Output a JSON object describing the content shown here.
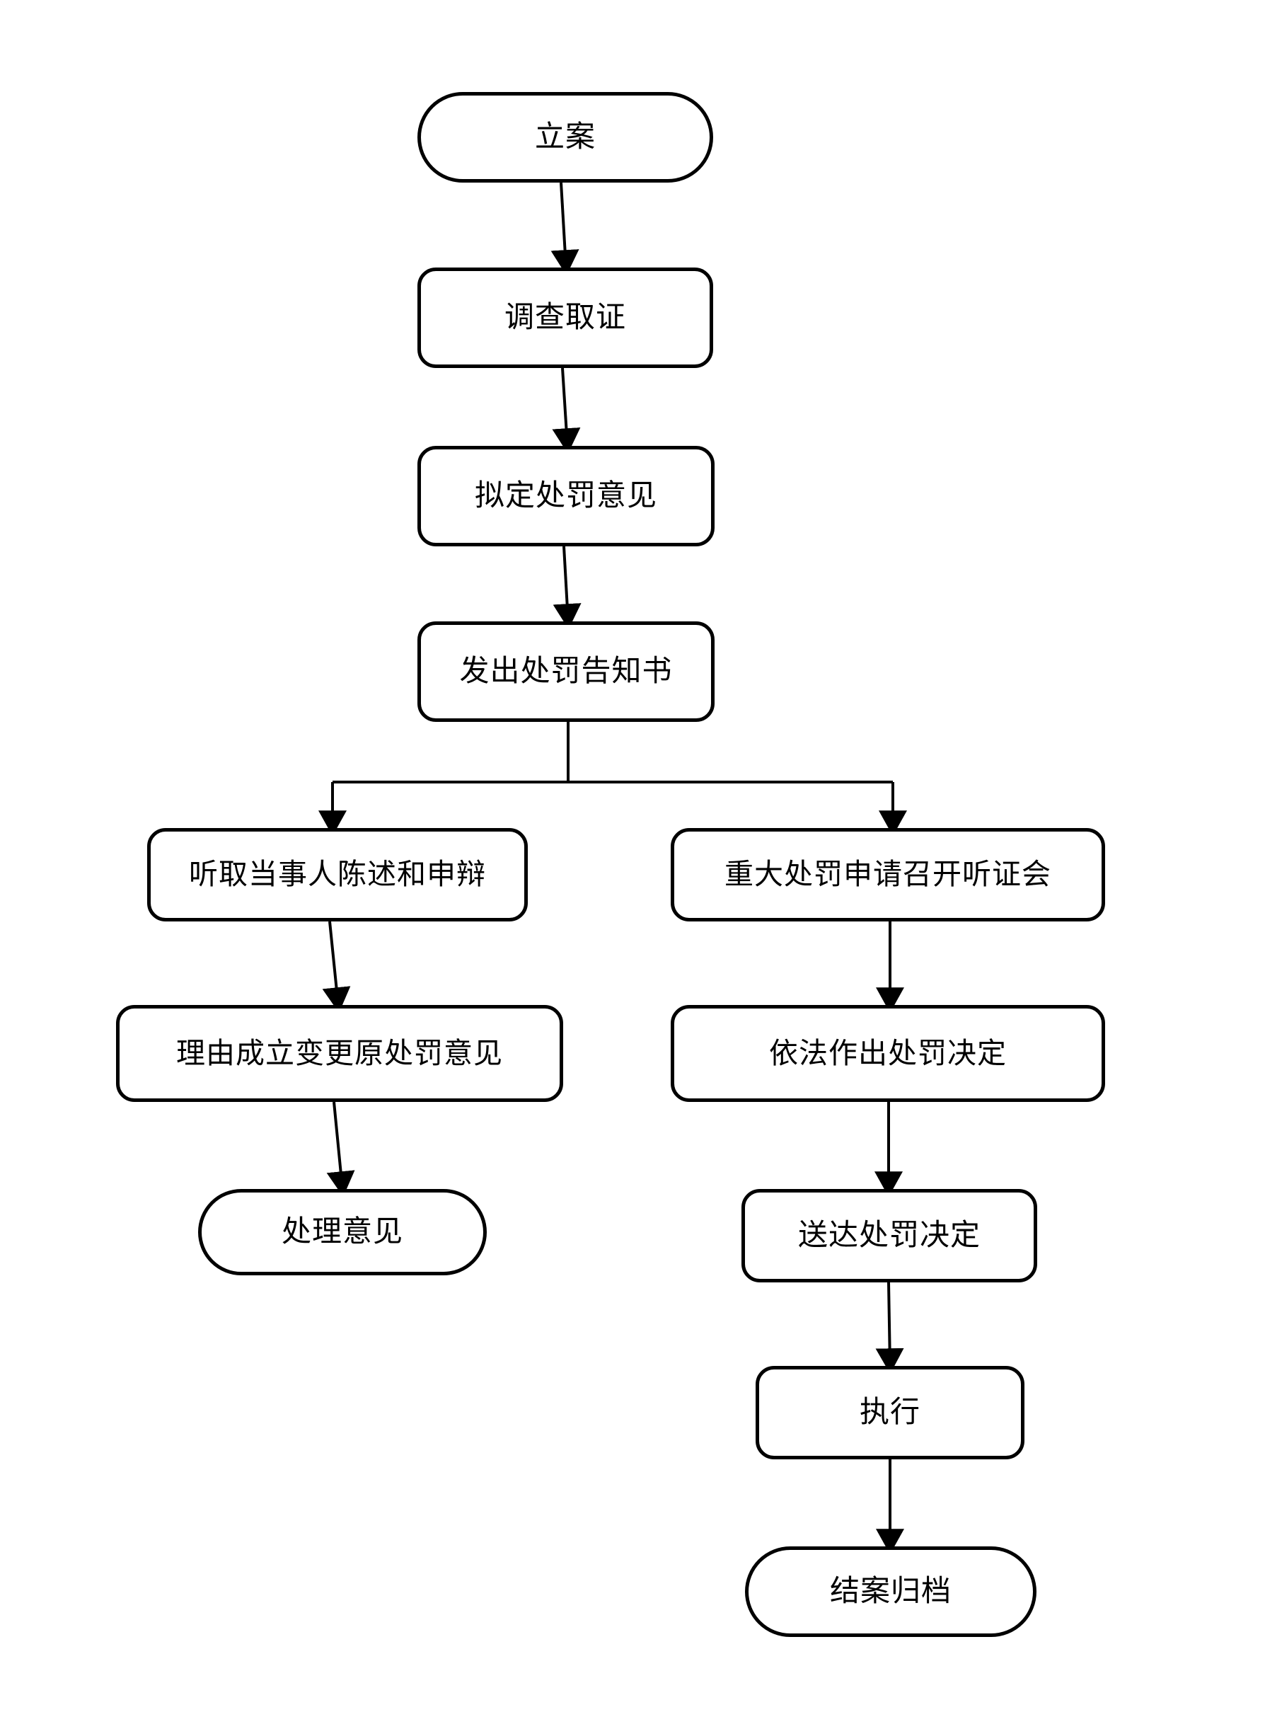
{
  "chart_data": {
    "type": "diagram",
    "subtype": "flowchart",
    "title": "",
    "orientation": "top-to-bottom",
    "background_color": "#ffffff",
    "line_color": "#000000",
    "text_color": "#000000",
    "node_fill": "#ffffff",
    "shapes_used": [
      "terminator",
      "process"
    ],
    "nodes": [
      {
        "id": "n1",
        "label": "立案",
        "shape": "terminator",
        "branch": "trunk"
      },
      {
        "id": "n2",
        "label": "调查取证",
        "shape": "process",
        "branch": "trunk"
      },
      {
        "id": "n3",
        "label": "拟定处罚意见",
        "shape": "process",
        "branch": "trunk"
      },
      {
        "id": "n4",
        "label": "发出处罚告知书",
        "shape": "process",
        "branch": "trunk"
      },
      {
        "id": "n5",
        "label": "听取当事人陈述和申辩",
        "shape": "process",
        "branch": "left"
      },
      {
        "id": "n6",
        "label": "理由成立变更原处罚意见",
        "shape": "process",
        "branch": "left"
      },
      {
        "id": "n7",
        "label": "处理意见",
        "shape": "terminator",
        "branch": "left"
      },
      {
        "id": "n8",
        "label": "重大处罚申请召开听证会",
        "shape": "process",
        "branch": "right"
      },
      {
        "id": "n9",
        "label": "依法作出处罚决定",
        "shape": "process",
        "branch": "right"
      },
      {
        "id": "n10",
        "label": "送达处罚决定",
        "shape": "process",
        "branch": "right"
      },
      {
        "id": "n11",
        "label": "执行",
        "shape": "process",
        "branch": "right"
      },
      {
        "id": "n12",
        "label": "结案归档",
        "shape": "terminator",
        "branch": "right"
      }
    ],
    "edges": [
      {
        "from": "n1",
        "to": "n2",
        "style": "arrow"
      },
      {
        "from": "n2",
        "to": "n3",
        "style": "arrow"
      },
      {
        "from": "n3",
        "to": "n4",
        "style": "arrow"
      },
      {
        "from": "n4",
        "to": "n5",
        "style": "split-arrow"
      },
      {
        "from": "n4",
        "to": "n8",
        "style": "split-arrow"
      },
      {
        "from": "n5",
        "to": "n6",
        "style": "arrow"
      },
      {
        "from": "n6",
        "to": "n7",
        "style": "arrow"
      },
      {
        "from": "n8",
        "to": "n9",
        "style": "arrow"
      },
      {
        "from": "n9",
        "to": "n10",
        "style": "arrow"
      },
      {
        "from": "n10",
        "to": "n11",
        "style": "arrow"
      },
      {
        "from": "n11",
        "to": "n12",
        "style": "arrow"
      }
    ]
  },
  "flowchart": {
    "n1": {
      "label": "立案"
    },
    "n2": {
      "label": "调查取证"
    },
    "n3": {
      "label": "拟定处罚意见"
    },
    "n4": {
      "label": "发出处罚告知书"
    },
    "n5": {
      "label": "听取当事人陈述和申辩"
    },
    "n6": {
      "label": "理由成立变更原处罚意见"
    },
    "n7": {
      "label": "处理意见"
    },
    "n8": {
      "label": "重大处罚申请召开听证会"
    },
    "n9": {
      "label": "依法作出处罚决定"
    },
    "n10": {
      "label": "送达处罚决定"
    },
    "n11": {
      "label": "执行"
    },
    "n12": {
      "label": "结案归档"
    }
  }
}
